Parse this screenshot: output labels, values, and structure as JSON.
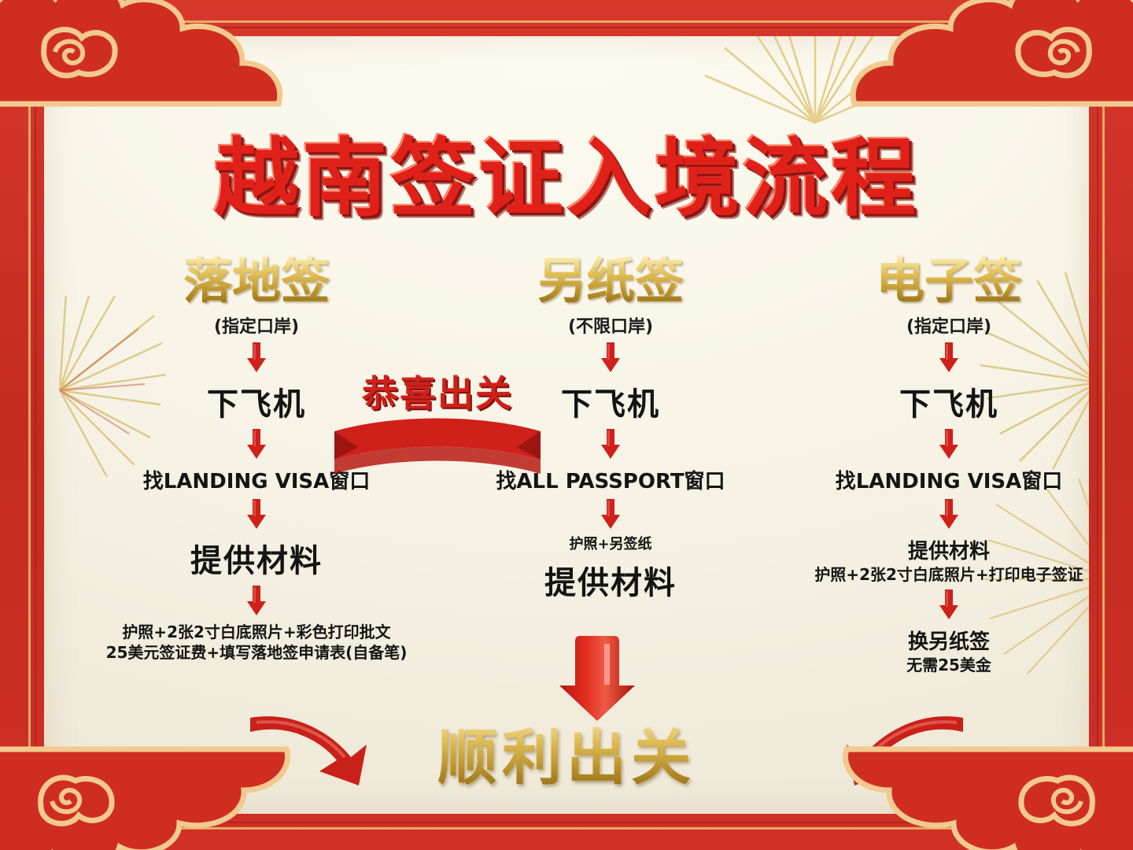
{
  "poster": {
    "title": "越南签证入境流程",
    "final_text": "顺利出关",
    "ribbon_text": "恭喜出关",
    "colors": {
      "frame_red": "#c9291f",
      "title_red": "#e0211a",
      "gold": "#dfbc52",
      "paper": "#f7f3e6",
      "arrow_red": "#cf2019",
      "body_black": "#141414"
    }
  },
  "columns": [
    {
      "title": "落地签",
      "subtitle": "(指定口岸)",
      "steps": [
        {
          "text": "下飞机",
          "size": "big"
        },
        {
          "text": "找LANDING VISA窗口",
          "size": "mid"
        },
        {
          "text": "提供材料",
          "size": "big"
        },
        {
          "text": "护照+2张2寸白底照片+彩色打印批文",
          "size": "small"
        },
        {
          "text": "25美元签证费+填写落地签申请表(自备笔)",
          "size": "small"
        }
      ]
    },
    {
      "title": "另纸签",
      "subtitle": "(不限口岸)",
      "steps": [
        {
          "text": "下飞机",
          "size": "big"
        },
        {
          "text": "找ALL PASSPORT窗口",
          "size": "mid"
        },
        {
          "text": "护照+另签纸",
          "size": "xsmall"
        },
        {
          "text": "提供材料",
          "size": "big"
        }
      ]
    },
    {
      "title": "电子签",
      "subtitle": "(指定口岸)",
      "steps": [
        {
          "text": "下飞机",
          "size": "big"
        },
        {
          "text": "找LANDING VISA窗口",
          "size": "mid"
        },
        {
          "text": "提供材料",
          "size": "mid"
        },
        {
          "text": "护照+2张2寸白底照片+打印电子签证",
          "size": "small"
        },
        {
          "text": "换另纸签",
          "size": "mid"
        },
        {
          "text": "无需25美金",
          "size": "small"
        }
      ]
    }
  ],
  "icons": {
    "down_arrow": "down-arrow-icon",
    "big_down_arrow": "big-down-arrow-icon",
    "curve_right": "curved-arrow-right-icon",
    "curve_left": "curved-arrow-left-icon",
    "cloud": "chinese-cloud-icon",
    "firework": "firework-icon",
    "ribbon": "ribbon-banner-icon"
  }
}
